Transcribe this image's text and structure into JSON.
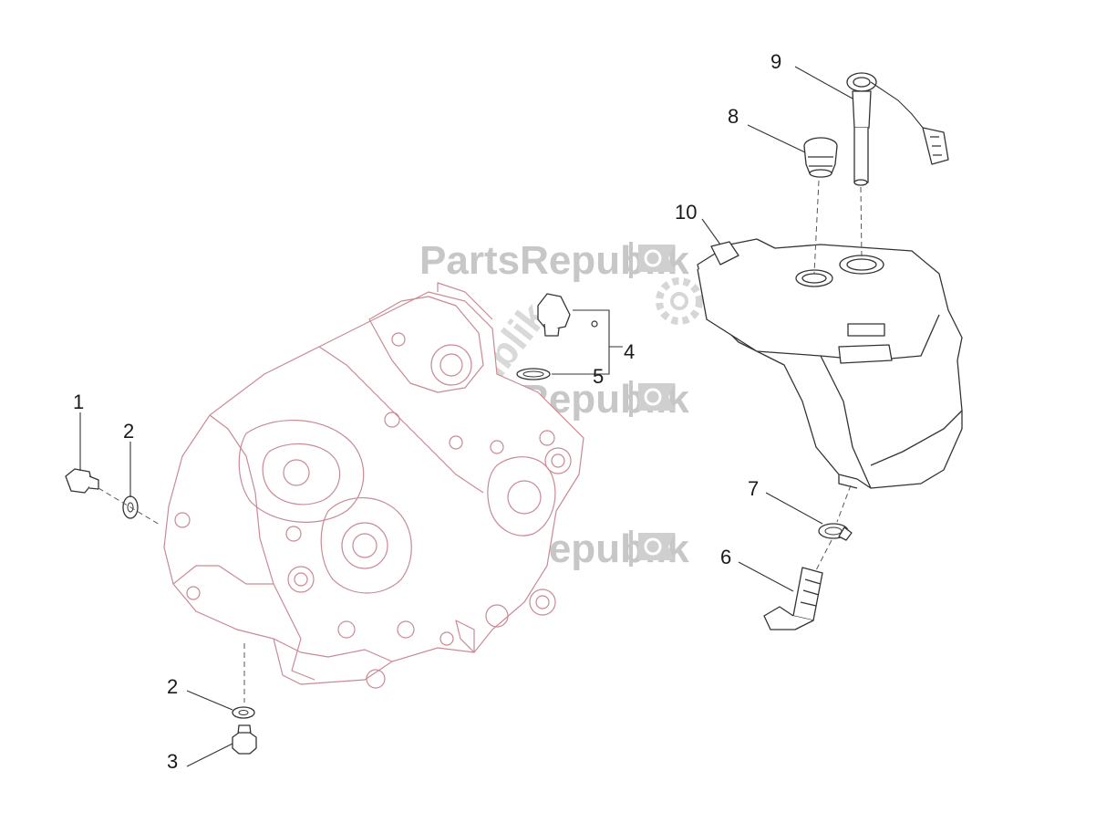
{
  "watermark": {
    "text": "PartsRepublik",
    "color": "#c7c7c7"
  },
  "callouts": {
    "c1": "1",
    "c2a": "2",
    "c2b": "2",
    "c3": "3",
    "c4": "4",
    "c5": "5",
    "c6": "6",
    "c7": "7",
    "c8": "8",
    "c9": "9",
    "c10": "10"
  },
  "colors": {
    "part_outline": "#333333",
    "engine_outline": "#c98a94",
    "background": "#ffffff"
  }
}
